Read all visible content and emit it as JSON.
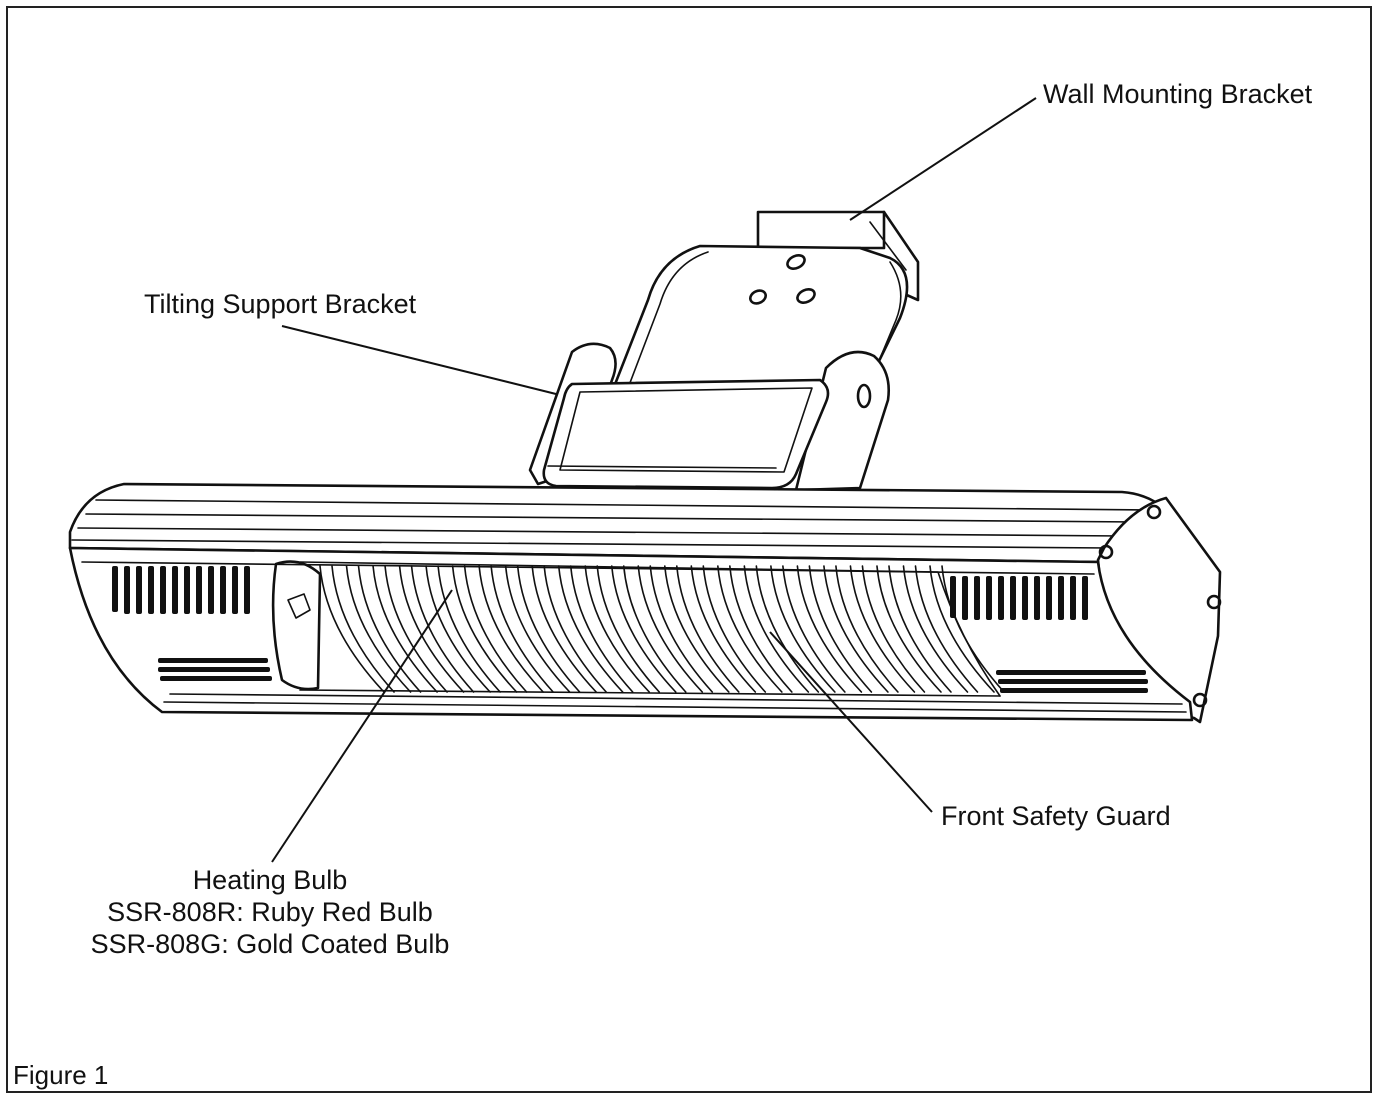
{
  "labels": {
    "wall_mounting_bracket": "Wall Mounting Bracket",
    "tilting_support_bracket": "Tilting Support Bracket",
    "front_safety_guard": "Front Safety Guard",
    "heating_bulb": "Heating Bulb",
    "bulb_red": "SSR-808R: Ruby Red Bulb",
    "bulb_gold": "SSR-808G: Gold Coated Bulb"
  },
  "caption": "Figure 1"
}
